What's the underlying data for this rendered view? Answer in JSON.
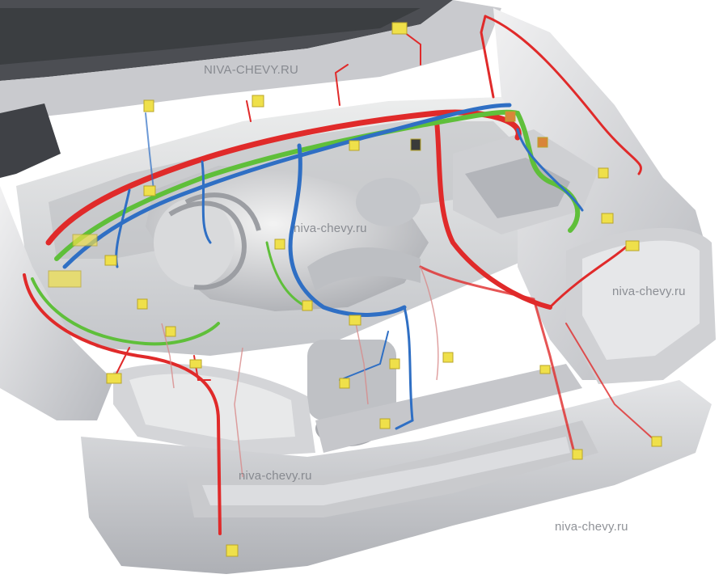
{
  "watermarks": [
    "NIVA-CHEVY.RU",
    "niva-chevy.ru",
    "niva-chevy.ru",
    "niva-chevy.ru",
    "niva-chevy.ru"
  ],
  "colors": {
    "body_panel": "#d8d9dc",
    "body_shadow": "#a9abb0",
    "body_dark": "#54565b",
    "wire_red": "#e02a2a",
    "wire_green": "#5fbf3a",
    "wire_blue": "#2f6fc4",
    "connector_yellow": "#efe04a"
  }
}
